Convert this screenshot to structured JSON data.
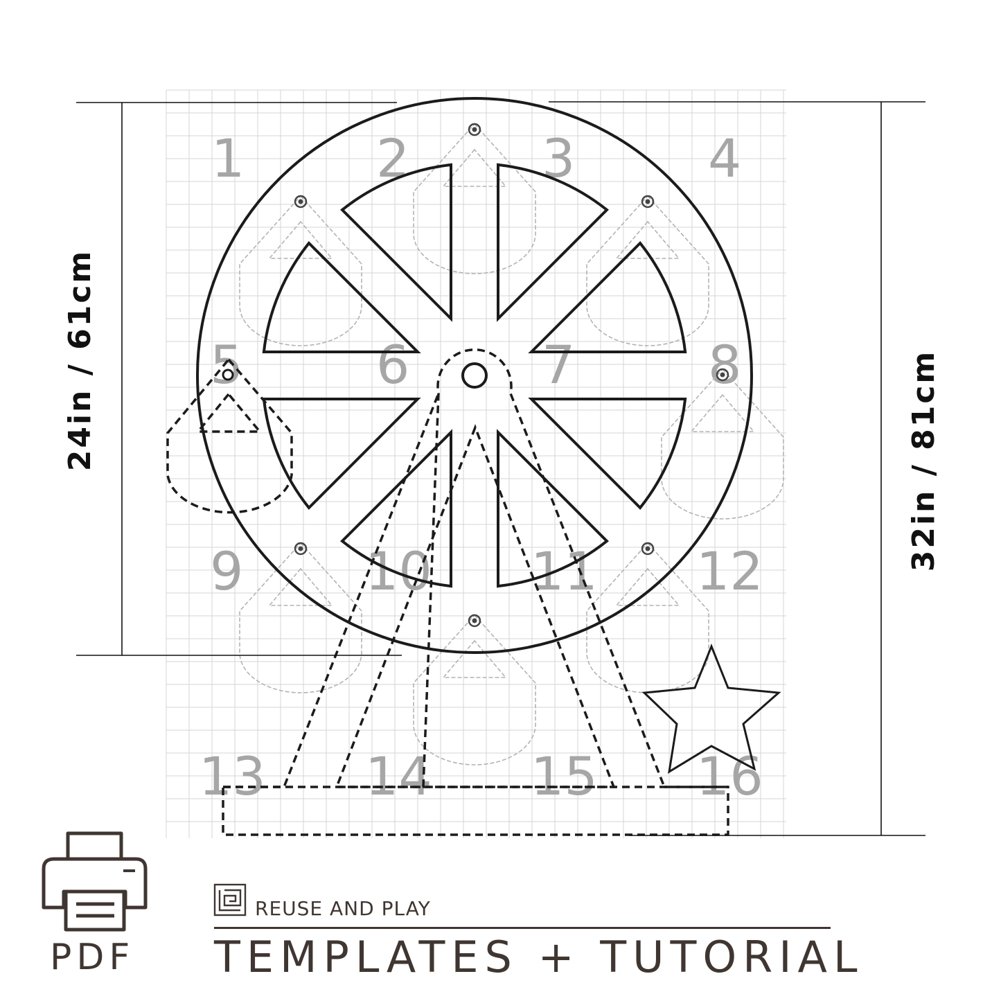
{
  "page_numbers": [
    "1",
    "2",
    "3",
    "4",
    "5",
    "6",
    "7",
    "8",
    "9",
    "10",
    "11",
    "12",
    "13",
    "14",
    "15",
    "16"
  ],
  "dimensions": {
    "wheel_height": "24in / 61cm",
    "total_height": "32in / 81cm"
  },
  "file_format": {
    "label": "PDF",
    "icon": "printer-icon"
  },
  "brand": {
    "name": "REUSE AND PLAY",
    "logo": "reuse-and-play-logo-icon",
    "tagline": "TEMPLATES + TUTORIAL"
  },
  "colors": {
    "outline": "#1b1b1b",
    "page_number": "#a6a6a6",
    "grid": "#d6d6d6",
    "brand_text": "#3f3632"
  }
}
